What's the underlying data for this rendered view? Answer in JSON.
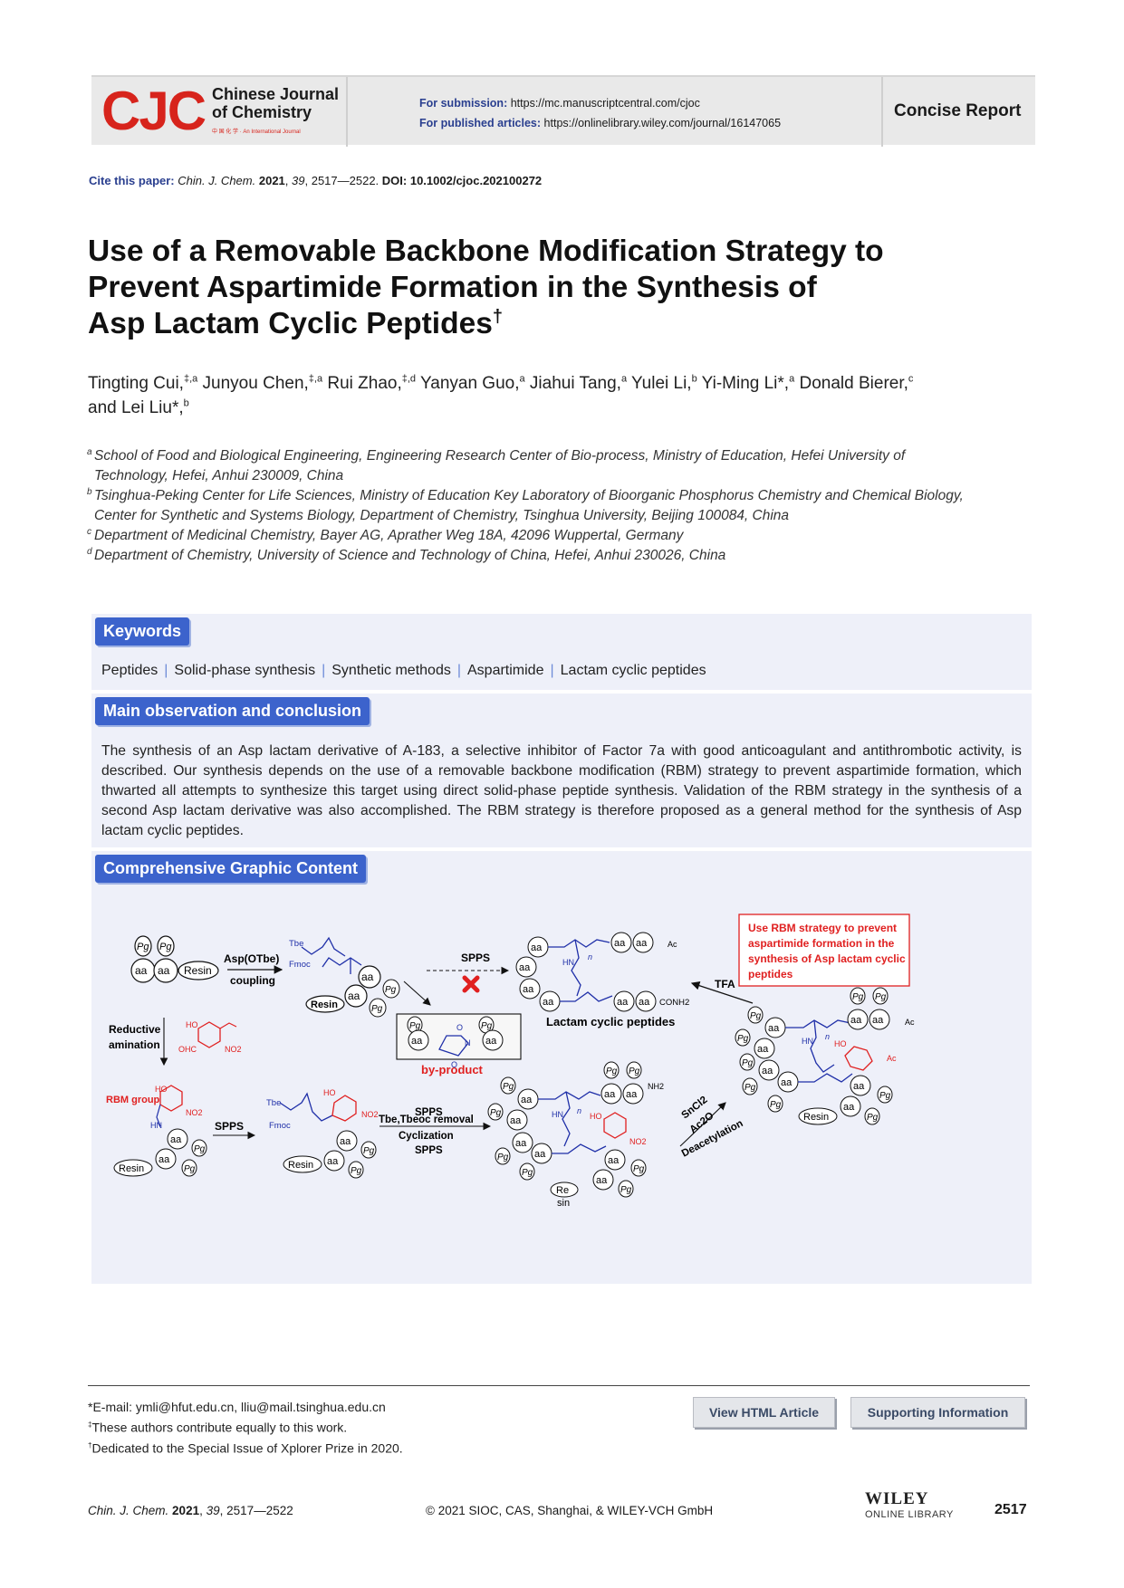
{
  "header": {
    "logo_text": "CJC",
    "journal_name_line1": "Chinese Journal",
    "journal_name_line2": "of Chemistry",
    "journal_sub": "中 国 化 学 · An International Journal",
    "submission_label": "For submission:",
    "submission_url": "https://mc.manuscriptcentral.com/cjoc",
    "published_label": "For published articles:",
    "published_url": "https://onlinelibrary.wiley.com/journal/16147065",
    "article_type": "Concise Report"
  },
  "cite": {
    "label": "Cite this paper:",
    "journal": "Chin. J. Chem.",
    "year": "2021",
    "volume": "39",
    "pages": "2517—2522.",
    "doi": "DOI: 10.1002/cjoc.202100272"
  },
  "title": {
    "line1": "Use of a Removable Backbone Modification Strategy to",
    "line2": "Prevent Aspartimide Formation in the Synthesis of",
    "line3": "Asp Lactam Cyclic Peptides",
    "mark": "†"
  },
  "authors": [
    {
      "name": "Tingting Cui,",
      "sup": "‡,a"
    },
    {
      "name": "Junyou Chen,",
      "sup": "‡,a"
    },
    {
      "name": "Rui Zhao,",
      "sup": "‡,d"
    },
    {
      "name": "Yanyan Guo,",
      "sup": "a"
    },
    {
      "name": "Jiahui Tang,",
      "sup": "a"
    },
    {
      "name": "Yulei Li,",
      "sup": "b"
    },
    {
      "name": "Yi-Ming Li*,",
      "sup": "a"
    },
    {
      "name": "Donald Bierer,",
      "sup": "c"
    },
    {
      "name": "and Lei Liu*,",
      "sup": "b"
    }
  ],
  "affiliations": {
    "a1": "School of Food and Biological Engineering, Engineering Research Center of Bio-process, Ministry of Education, Hefei University of",
    "a2": "Technology, Hefei, Anhui 230009, China",
    "b1": "Tsinghua-Peking Center for Life Sciences, Ministry of Education Key Laboratory of Bioorganic Phosphorus Chemistry and Chemical Biology,",
    "b2": "Center for Synthetic and Systems Biology, Department of Chemistry, Tsinghua University, Beijing 100084, China",
    "c1": "Department of Medicinal Chemistry, Bayer AG, Aprather Weg 18A, 42096 Wuppertal, Germany",
    "d1": "Department of Chemistry, University of Science and Technology of China, Hefei, Anhui 230026, China"
  },
  "keywords": {
    "heading": "Keywords",
    "items": [
      "Peptides",
      "Solid-phase synthesis",
      "Synthetic methods",
      "Aspartimide",
      "Lactam cyclic peptides"
    ]
  },
  "main": {
    "heading": "Main observation and conclusion",
    "text": "The synthesis of an Asp lactam derivative of A-183, a selective inhibitor of Factor 7a with good anticoagulant and antithrombotic activity, is described. Our synthesis depends on the use of a removable backbone modification (RBM) strategy to prevent aspartimide formation, which thwarted all attempts to synthesize this target using direct solid-phase peptide synthesis. Validation of the RBM strategy in the synthesis of a second Asp lactam derivative was also accomplished. The RBM strategy is therefore proposed as a general method for the synthesis of Asp lactam cyclic peptides."
  },
  "graphic": {
    "heading": "Comprehensive Graphic Content",
    "pg": "Pg",
    "aa": "aa",
    "resin": "Resin",
    "re": "Re",
    "sin": "sin",
    "asp_coupling_1": "Asp(OTbe)",
    "asp_coupling_2": "coupling",
    "spps": "SPPS",
    "tfa": "TFA",
    "reductive_1": "Reductive",
    "reductive_2": "amination",
    "rbm_group": "RBM group",
    "by_product": "by-product",
    "lactam_label": "Lactam cyclic  peptides",
    "removal_1": "SPPS",
    "removal_2": "Tbe,Tbeoc  removal",
    "removal_3": "Cyclization",
    "removal_4": "SPPS",
    "sn_1": "SnCl2",
    "sn_2": "Ac2O",
    "sn_3": "Deacetylation",
    "note_1": "Use RBM strategy to prevent",
    "note_2": "aspartimide formation in the",
    "note_3": "synthesis of Asp lactam cyclic",
    "note_4": "peptides",
    "tbe": "Tbe",
    "fmoc": "Fmoc",
    "conh2": "CONH2",
    "nh2": "NH2",
    "ac": "Ac",
    "ho": "HO",
    "ohc": "OHC",
    "no2": "NO2",
    "hn": "HN",
    "n": "N",
    "h": "H",
    "o": "O",
    "sub_n": "n",
    "accent_red": "#e02020",
    "accent_blue": "#1f2fa8"
  },
  "footnotes": {
    "email": "*E-mail: ymli@hfut.edu.cn, lliu@mail.tsinghua.edu.cn",
    "equal_mark": "‡",
    "equal": "These authors contribute equally to this work.",
    "dedic_mark": "†",
    "dedicated": "Dedicated to the Special Issue of Xplorer Prize in 2020."
  },
  "buttons": {
    "html": "View HTML Article",
    "si": "Supporting Information"
  },
  "footer": {
    "journal": "Chin. J. Chem.",
    "year": "2021",
    "vol": "39",
    "pages": "2517—2522",
    "copyright": "© 2021 SIOC, CAS, Shanghai, & WILEY-VCH GmbH",
    "wiley": "WILEY",
    "online_library": "ONLINE LIBRARY",
    "page_number": "2517"
  }
}
